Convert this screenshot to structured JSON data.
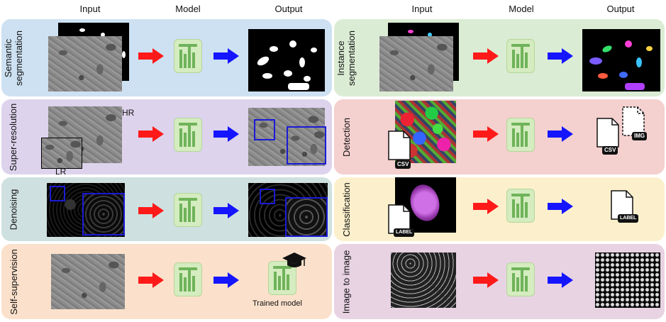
{
  "headers": {
    "left_input": "Input",
    "left_model": "Model",
    "left_output": "Output",
    "right_input": "Input",
    "right_model": "Model",
    "right_output": "Output"
  },
  "panels": {
    "semantic": {
      "label": "Semantic\nsegmentation",
      "color": "#cde1f2"
    },
    "superres": {
      "label": "Super-resolution",
      "color": "#ddd3ec",
      "hr": "HR",
      "lr": "LR"
    },
    "denoising": {
      "label": "Denoising",
      "color": "#cfe0e0"
    },
    "selfsup": {
      "label": "Self-supervision",
      "color": "#fbe1cb",
      "trained": "Trained model"
    },
    "instance": {
      "label": "Instance\nsegmentation",
      "color": "#dbecd4"
    },
    "detection": {
      "label": "Detection",
      "color": "#f4d0cf",
      "csv_in": "CSV",
      "csv_out": "CSV",
      "img_out": "IMG"
    },
    "classification": {
      "label": "Classification",
      "color": "#fcf0cc",
      "label_in": "LABEL",
      "label_out": "LABEL"
    },
    "image2image": {
      "label": "Image to image",
      "color": "#e8d3e3"
    }
  },
  "colors": {
    "red_arrow": "#ff1a1a",
    "blue_arrow": "#1515ff",
    "model_green": "#6fb35a",
    "zoom_box": "#1a1ad6"
  }
}
